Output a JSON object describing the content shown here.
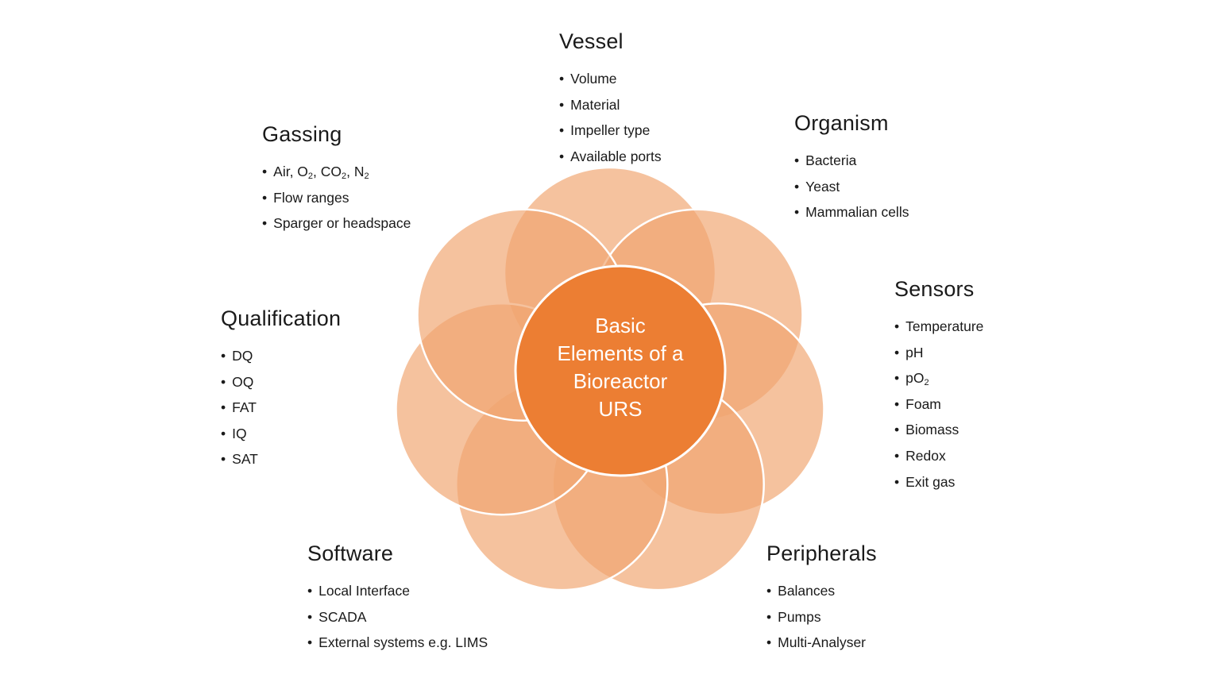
{
  "center": {
    "lines": [
      "Basic",
      "Elements of a",
      "Bioreactor",
      "URS"
    ]
  },
  "colors": {
    "petal": "#f0a570",
    "center": "#ec7e33",
    "stroke": "#ffffff"
  },
  "vessel": {
    "title": "Vessel",
    "items": [
      "Volume",
      "Material",
      "Impeller type",
      "Available ports"
    ]
  },
  "organism": {
    "title": "Organism",
    "items": [
      "Bacteria",
      "Yeast",
      "Mammalian cells"
    ]
  },
  "gassing": {
    "title": "Gassing",
    "items": [
      "Air, O2, CO2, N2",
      "Flow ranges",
      "Sparger or headspace"
    ]
  },
  "qualification": {
    "title": "Qualification",
    "items": [
      "DQ",
      "OQ",
      "FAT",
      "IQ",
      "SAT"
    ]
  },
  "sensors": {
    "title": "Sensors",
    "items": [
      "Temperature",
      "pH",
      "pO2",
      "Foam",
      "Biomass",
      "Redox",
      "Exit gas"
    ]
  },
  "software": {
    "title": "Software",
    "items": [
      "Local Interface",
      "SCADA",
      "External systems e.g. LIMS"
    ]
  },
  "peripherals": {
    "title": "Peripherals",
    "items": [
      "Balances",
      "Pumps",
      "Multi-Analyser"
    ]
  }
}
